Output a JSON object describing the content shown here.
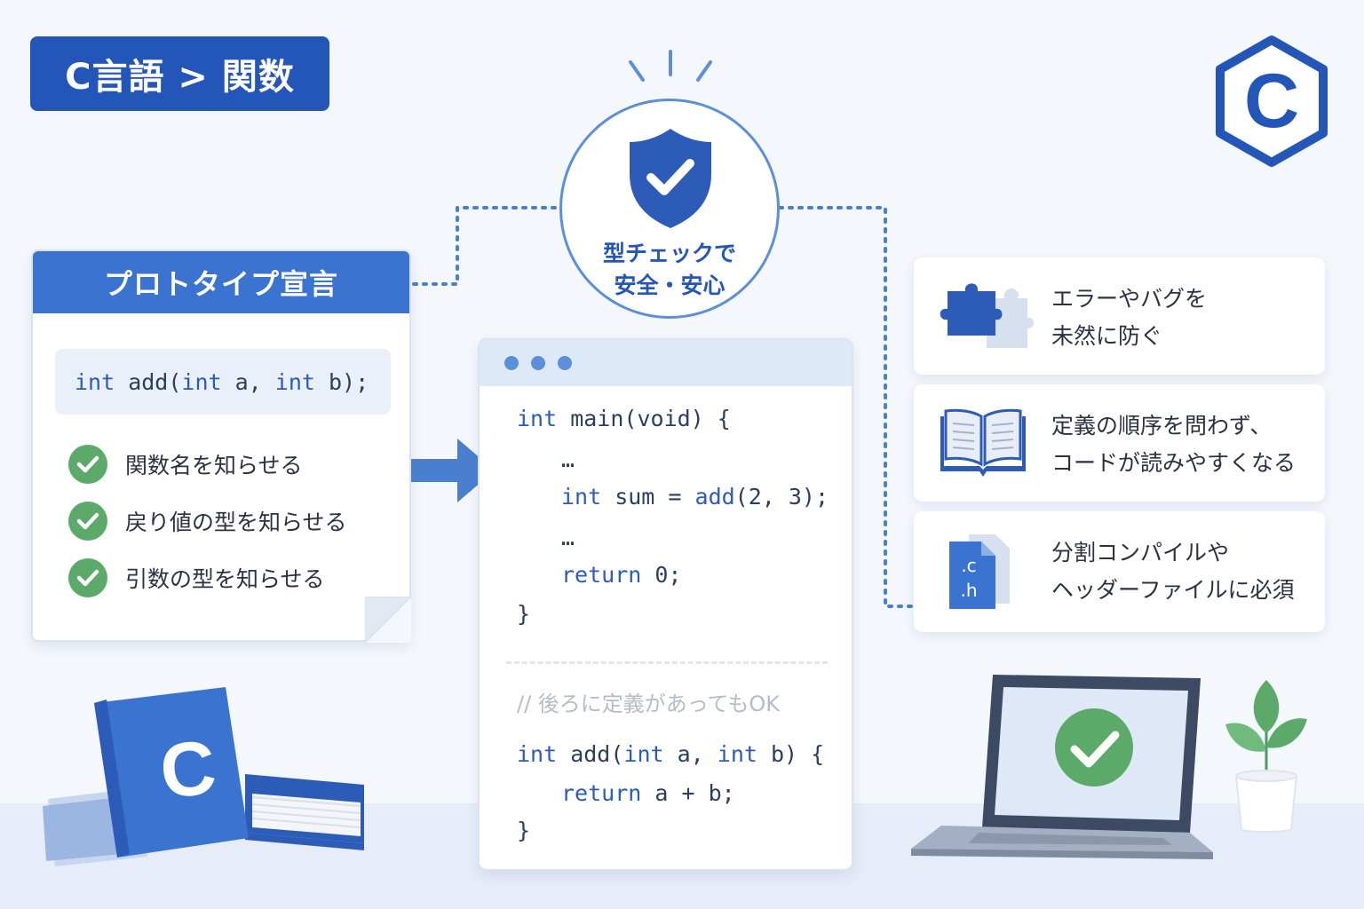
{
  "title": "C言語 > 関数",
  "prototype": {
    "header": "プロトタイプ宣言",
    "code": {
      "kw1": "int",
      "mid1": " add(",
      "kw2": "int",
      "mid2": " a, ",
      "kw3": "int",
      "end": " b);"
    },
    "checks": [
      "関数名を知らせる",
      "戻り値の型を知らせる",
      "引数の型を知らせる"
    ]
  },
  "shield": {
    "line1": "型チェックで",
    "line2": "安全・安心"
  },
  "code_window": {
    "main_kw": "int",
    "main_rest": " main(void) {",
    "ellipsis1": "…",
    "sum_kw": "int",
    "sum_mid": " sum = ",
    "sum_fn": "add",
    "sum_args": "(2, 3);",
    "ellipsis2": "…",
    "return_kw": "return",
    "return_rest": " 0;",
    "close1": "}",
    "comment": "// 後ろに定義があってもOK",
    "add_kw1": "int",
    "add_mid1": " add(",
    "add_kw2": "int",
    "add_mid2": " a, ",
    "add_kw3": "int",
    "add_end": " b) {",
    "ret2_kw": "return",
    "ret2_rest": " a + b;",
    "close2": "}"
  },
  "benefits": [
    {
      "icon": "puzzle-icon",
      "line1": "エラーやバグを",
      "line2": "未然に防ぐ"
    },
    {
      "icon": "book-open-icon",
      "line1": "定義の順序を問わず、",
      "line2": "コードが読みやすくなる"
    },
    {
      "icon": "file-ch-icon",
      "line1": "分割コンパイルや",
      "line2": "ヘッダーファイルに必須",
      "file_c": ".c",
      "file_h": ".h"
    }
  ],
  "logo_letter": "C",
  "book_letter": "C",
  "colors": {
    "primary": "#2356b8",
    "accent": "#3b73d0",
    "check": "#5caa6a"
  }
}
